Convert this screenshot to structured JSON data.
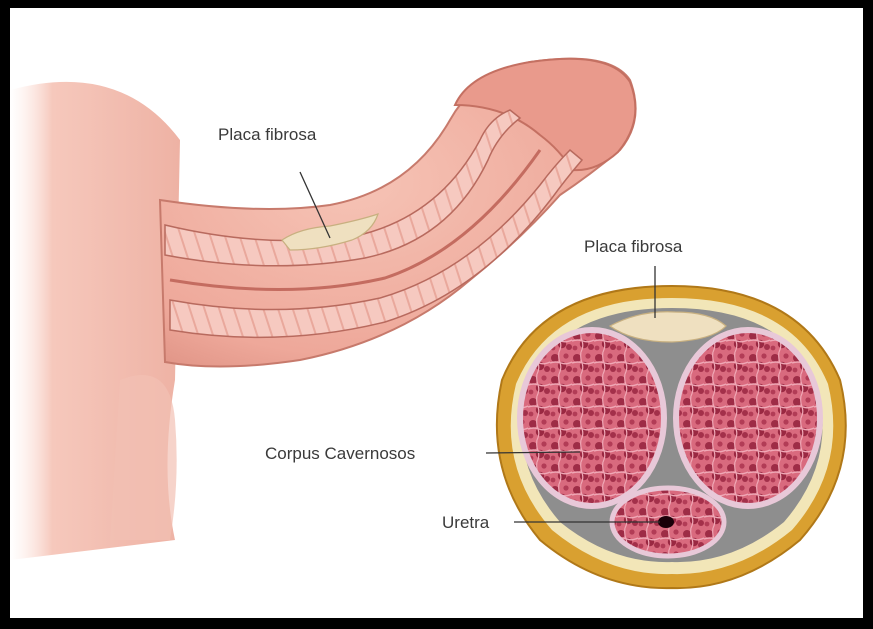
{
  "labels": {
    "plaque_longitudinal": "Placa fibrosa",
    "plaque_cross_section": "Placa fibrosa",
    "corpus": "Corpus Cavernosos",
    "urethra": "Uretra"
  },
  "colors": {
    "background": "#000000",
    "panel": "#ffffff",
    "skin": "#f0b0a0",
    "skin_dark": "#d98a7c",
    "tissue": "#d96a7e",
    "tissue_dark": "#a8324c",
    "plaque": "#efe0c0",
    "outer_ring": "#d9a030",
    "fascia": "#8a8a8a",
    "sheath": "#e8c8d8"
  }
}
